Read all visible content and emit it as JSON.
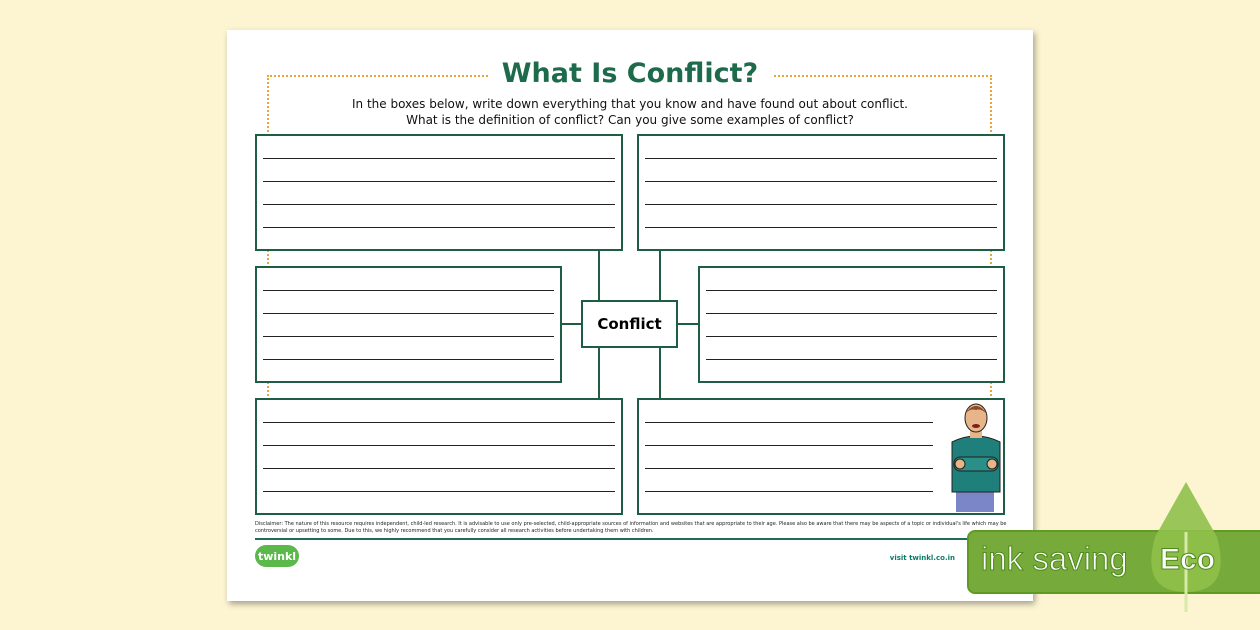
{
  "worksheet": {
    "title": "What Is Conflict?",
    "instructions": [
      "In the boxes below, write down everything that you know and have found out about conflict.",
      "What is the definition of conflict? Can you give some examples of conflict?"
    ],
    "center_label": "Conflict",
    "disclaimer": "Disclaimer: The nature of this resource requires independent, child-led research. It is advisable to use only pre-selected, child-appropriate sources of information and websites that are appropriate to their age. Please also be aware that there may be aspects of a topic or individual's life which may be controversial or upsetting to some. Due to this, we highly recommend that you carefully consider all research activities before undertaking them with children.",
    "logo": "twinkl",
    "visit": "visit twinkl.co.in"
  },
  "badge": {
    "text": "ink saving",
    "eco": "Eco"
  },
  "colors": {
    "title": "#1e6b4b",
    "border": "#1e5e44",
    "background": "#fdf5d2",
    "badge": "#76ab3b"
  }
}
